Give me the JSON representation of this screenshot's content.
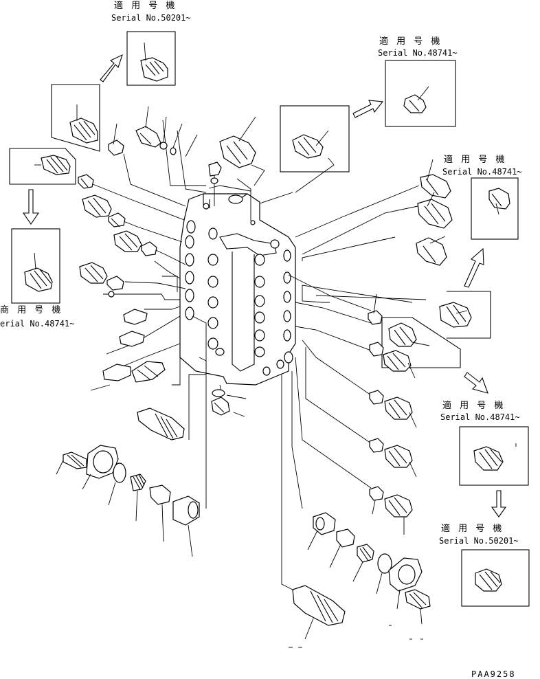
{
  "diagram": {
    "applicability_notes": [
      {
        "id": "top",
        "jp": "適 用 号 機",
        "serial": "Serial No.50201~"
      },
      {
        "id": "upper-right",
        "jp": "適 用 号 機",
        "serial": "Serial No.48741~"
      },
      {
        "id": "right-mid",
        "jp": "適 用 号 機",
        "serial": "Serial No.48741~"
      },
      {
        "id": "left",
        "jp": "商 用 号 機",
        "serial": "erial No.48741~"
      },
      {
        "id": "right-lower",
        "jp": "適 用 号 機",
        "serial": "Serial No.48741~"
      },
      {
        "id": "bottom-right",
        "jp": "適 用 号 機",
        "serial": "Serial No.50201~"
      }
    ],
    "drawing_code": "PAA9258"
  }
}
